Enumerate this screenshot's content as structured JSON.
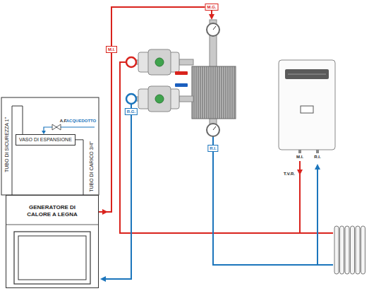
{
  "diagram": {
    "nodes": [
      {
        "text": [
          "VASO DI ESPANSIONE"
        ]
      },
      {
        "text": [
          "GENERATORE DI CALORE A LEGNA"
        ]
      }
    ],
    "edges": [
      {
        "from": 1,
        "to": 0,
        "arrow": "none",
        "label": "TUBO DI SICUREZZA 1\""
      },
      {
        "from": 1,
        "to": 0,
        "arrow": "none",
        "label": "TUBO DI CARICO 3/4\""
      }
    ],
    "labels": [
      "M.G.",
      "M.I.",
      "R.G.",
      "R.I.",
      "A.F.",
      "ACQUEDOTTO",
      "M.I.",
      "R.I.",
      "T.V.R."
    ]
  }
}
